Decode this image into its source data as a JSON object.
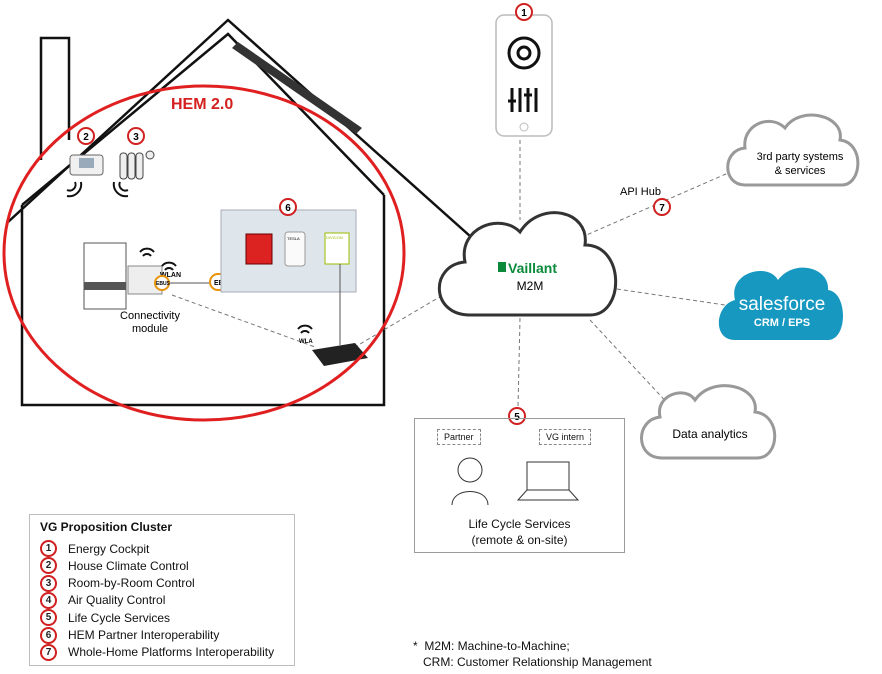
{
  "house": {
    "hem_title": "HEM 2.0",
    "wlan_label": "WLAN",
    "ebus_small": "EBUS",
    "ebus_large": "EBUS",
    "connectivity_label": "Connectivity\nmodule",
    "router_label": "WLA",
    "inverter_brand": "TESLA",
    "meter_brand": "DIVICON"
  },
  "cloud_m2m": {
    "brand": "Vaillant",
    "label": "M2M"
  },
  "cloud_3rd": {
    "label": "3rd party systems\n& services"
  },
  "cloud_salesforce": {
    "brand": "salesforce",
    "label": "CRM / EPS"
  },
  "cloud_analytics": {
    "label": "Data analytics"
  },
  "api_hub": "API Hub",
  "badges": {
    "phone": "1",
    "thermostat": "2",
    "radiator": "3",
    "partner": "6",
    "api": "7",
    "lcs": "5"
  },
  "lcs": {
    "partner_tag": "Partner",
    "intern_tag": "VG intern",
    "title": "Life Cycle Services",
    "subtitle": "(remote & on-site)"
  },
  "legend": {
    "title": "VG Proposition  Cluster",
    "items": [
      {
        "num": "1",
        "label": "Energy Cockpit"
      },
      {
        "num": "2",
        "label": "House Climate Control"
      },
      {
        "num": "3",
        "label": "Room-by-Room Control"
      },
      {
        "num": "4",
        "label": "Air Quality  Control"
      },
      {
        "num": "5",
        "label": "Life Cycle Services"
      },
      {
        "num": "6",
        "label": "HEM Partner Interoperability"
      },
      {
        "num": "7",
        "label": "Whole-Home Platforms Interoperability"
      }
    ]
  },
  "footnote": "*  M2M: Machine-to-Machine;\n   CRM: Customer Relationship Management",
  "colors": {
    "red": "#e02020",
    "salesforce": "#1798c1",
    "vaillant_green": "#0a8a3a",
    "cloud_stroke": "#7a7a7a"
  }
}
